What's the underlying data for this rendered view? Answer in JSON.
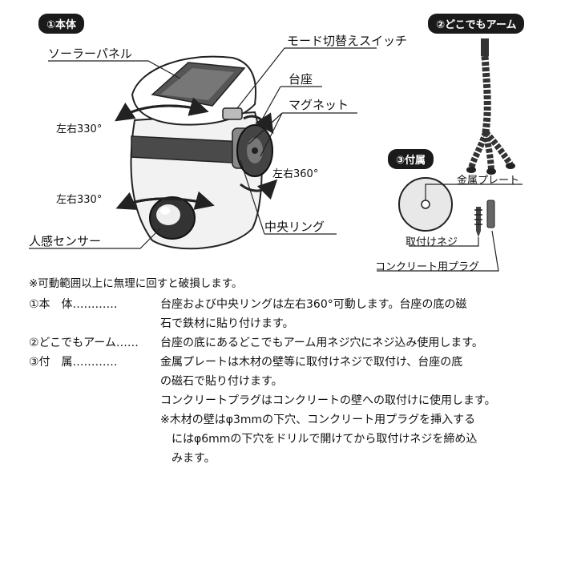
{
  "badges": {
    "main": "①本体",
    "arm": "②どこでもアーム",
    "accessories": "③付属"
  },
  "labels": {
    "solar_panel": "ソーラーパネル",
    "mode_switch": "モード切替えスイッチ",
    "base": "台座",
    "magnet": "マグネット",
    "rot_top": "左右330°",
    "rot_bottom": "左右330°",
    "rot_base": "左右360°",
    "center_ring": "中央リング",
    "sensor": "人感センサー",
    "metal_plate": "金属プレート",
    "screw": "取付けネジ",
    "plug": "コンクリート用プラグ"
  },
  "note": "※可動範囲以上に無理に回すと破損します。",
  "descriptions": [
    {
      "term": "①本　体…………",
      "lines": [
        "台座および中央リングは左右360°可動します。台座の底の磁",
        "石で鉄材に貼り付けます。"
      ]
    },
    {
      "term": "②どこでもアーム……",
      "lines": [
        "台座の底にあるどこでもアーム用ネジ穴にネジ込み使用します。"
      ]
    },
    {
      "term": "③付　属…………",
      "lines": [
        "金属プレートは木材の壁等に取付けネジで取付け、台座の底",
        "の磁石で貼り付けます。",
        "コンクリートプラグはコンクリートの壁への取付けに使用します。"
      ],
      "sub_lines": [
        "※木材の壁はφ3mmの下穴、コンクリート用プラグを挿入する",
        "にはφ6mmの下穴をドリルで開けてから取付けネジを締め込",
        "みます。"
      ]
    }
  ]
}
